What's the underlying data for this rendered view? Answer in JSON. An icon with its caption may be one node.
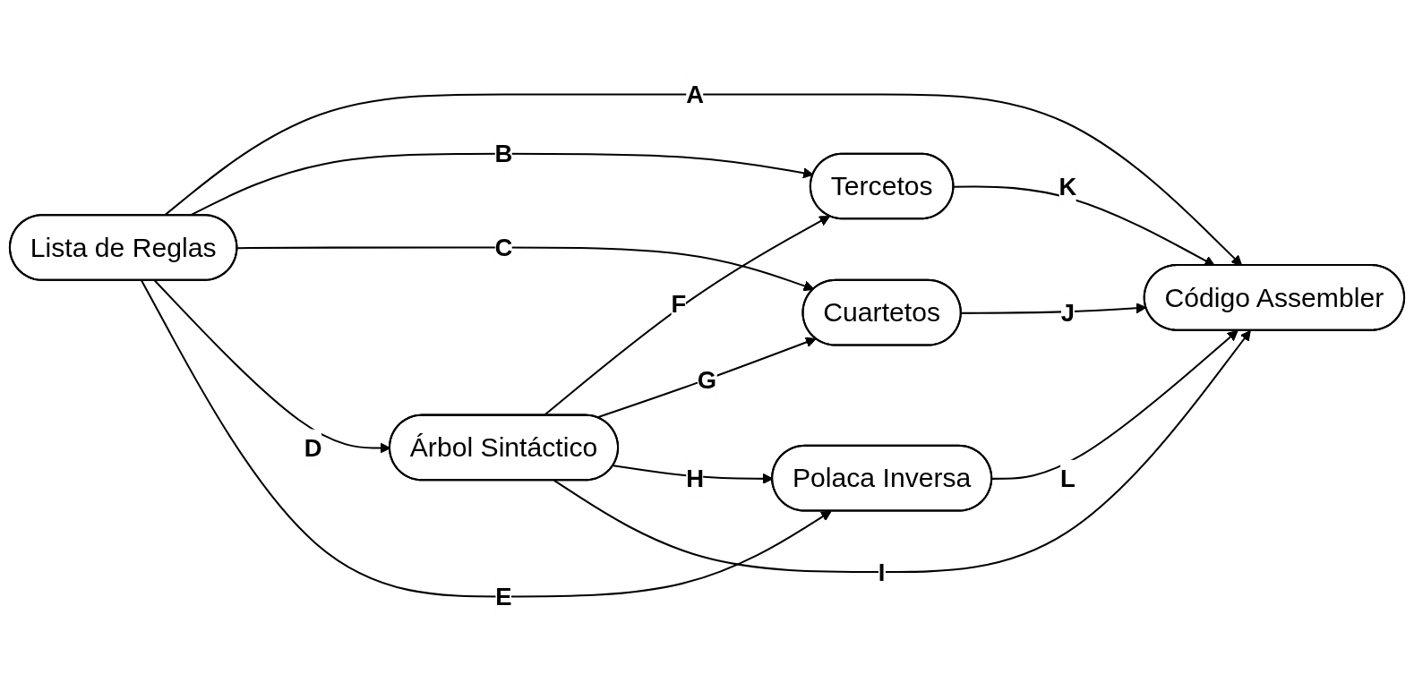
{
  "diagram": {
    "nodes": [
      {
        "text": [
          "Lista de Reglas"
        ]
      },
      {
        "text": [
          "Árbol Sintáctico"
        ]
      },
      {
        "text": [
          "Tercetos"
        ]
      },
      {
        "text": [
          "Cuartetos"
        ]
      },
      {
        "text": [
          "Polaca Inversa"
        ]
      },
      {
        "text": [
          "Código Assembler"
        ]
      }
    ],
    "edges": [
      {
        "from": 0,
        "to": 5,
        "label": "A",
        "arrow": "to"
      },
      {
        "from": 0,
        "to": 2,
        "label": "B",
        "arrow": "to"
      },
      {
        "from": 0,
        "to": 3,
        "label": "C",
        "arrow": "to"
      },
      {
        "from": 0,
        "to": 1,
        "label": "D",
        "arrow": "to"
      },
      {
        "from": 0,
        "to": 4,
        "label": "E",
        "arrow": "to"
      },
      {
        "from": 1,
        "to": 2,
        "label": "F",
        "arrow": "to"
      },
      {
        "from": 1,
        "to": 3,
        "label": "G",
        "arrow": "to"
      },
      {
        "from": 1,
        "to": 4,
        "label": "H",
        "arrow": "to"
      },
      {
        "from": 1,
        "to": 5,
        "label": "I",
        "arrow": "to"
      },
      {
        "from": 3,
        "to": 5,
        "label": "J",
        "arrow": "to"
      },
      {
        "from": 2,
        "to": 5,
        "label": "K",
        "arrow": "to"
      },
      {
        "from": 4,
        "to": 5,
        "label": "L",
        "arrow": "to"
      }
    ]
  }
}
